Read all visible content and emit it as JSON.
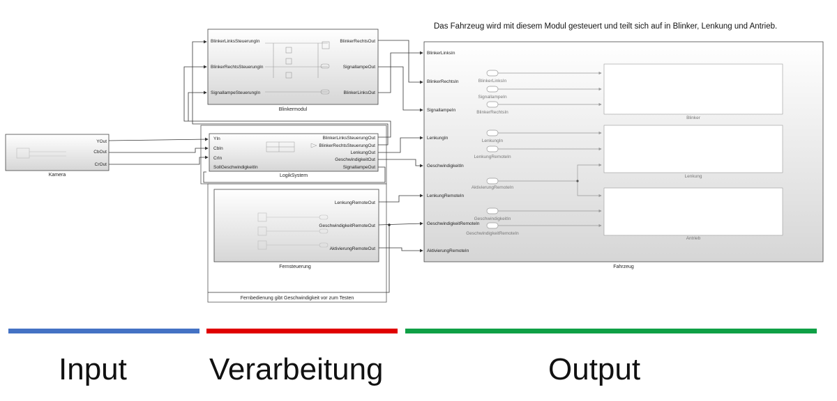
{
  "title_note": "Das Fahrzeug wird mit diesem Modul gesteuert und teilt sich auf in Blinker, Lenkung und Antrieb.",
  "blocks": {
    "kamera": {
      "name": "Kamera",
      "outputs": [
        "YOut",
        "CbOut",
        "CrOut"
      ]
    },
    "blinkermodul": {
      "name": "Blinkermodul",
      "inputs": [
        "BlinkerLinksSteuerungIn",
        "BlinkerRechtsSteuerungIn",
        "SignallampeSteuerungIn"
      ],
      "outputs": [
        "BlinkerRechtsOut",
        "SignallampeOut",
        "BlinkerLinksOut"
      ]
    },
    "logiksystem": {
      "name": "LogikSystem",
      "inputs": [
        "YIn",
        "CbIn",
        "CrIn",
        "SollGeschwindigkeitIn"
      ],
      "outputs": [
        "BlinkerLinksSteuerungOut",
        "BlinkerRechtsSteuerungOut",
        "LenkungOut",
        "GeschwindigkeitOut",
        "SignallampeOut"
      ]
    },
    "fernsteuerung": {
      "name": "Fernsteuerung",
      "outputs": [
        "LenkungRemoteOut",
        "GeschwindigkeitRemoteOut",
        "AktivierungRemoteOut"
      ],
      "note": "Fernbedienung gibt Geschwindigkeit vor zum Testen"
    },
    "fahrzeug": {
      "name": "Fahrzeug",
      "inputs": [
        "BlinkerLinksIn",
        "BlinkerRechtsIn",
        "SignallampeIn",
        "LenkungIn",
        "GeschwindigkeitIn",
        "LenkungRemoteIn",
        "GeschwindigkeitRemoteIn",
        "AktivierungRemoteIn"
      ],
      "subsystems": [
        "Blinker",
        "Lenkung",
        "Antrieb"
      ],
      "internal_labels": {
        "blinker": [
          "BlinkerLinksIn",
          "SignallampeIn",
          "BlinkerRechtsIn"
        ],
        "lenkung": [
          "LenkungIn",
          "LenkungRemoteIn",
          "AktivierungRemoteIn"
        ],
        "antrieb": [
          "GeschwindigkeitIn",
          "GeschwindigkeitRemoteIn"
        ]
      }
    }
  },
  "sections": [
    {
      "label": "Input",
      "color": "#4472c4"
    },
    {
      "label": "Verarbeitung",
      "color": "#e00000"
    },
    {
      "label": "Output",
      "color": "#0fa046"
    }
  ]
}
